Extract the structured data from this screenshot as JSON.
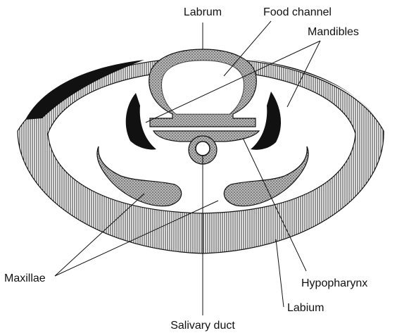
{
  "diagram": {
    "labels": {
      "labrum": "Labrum",
      "food_channel": "Food channel",
      "mandibles": "Mandibles",
      "maxillae": "Maxillae",
      "hypopharynx": "Hypopharynx",
      "labium": "Labium",
      "salivary_duct": "Salivary duct"
    },
    "colors": {
      "ink": "#111111",
      "stipple": "#8a8a8a",
      "background": "#ffffff"
    }
  }
}
